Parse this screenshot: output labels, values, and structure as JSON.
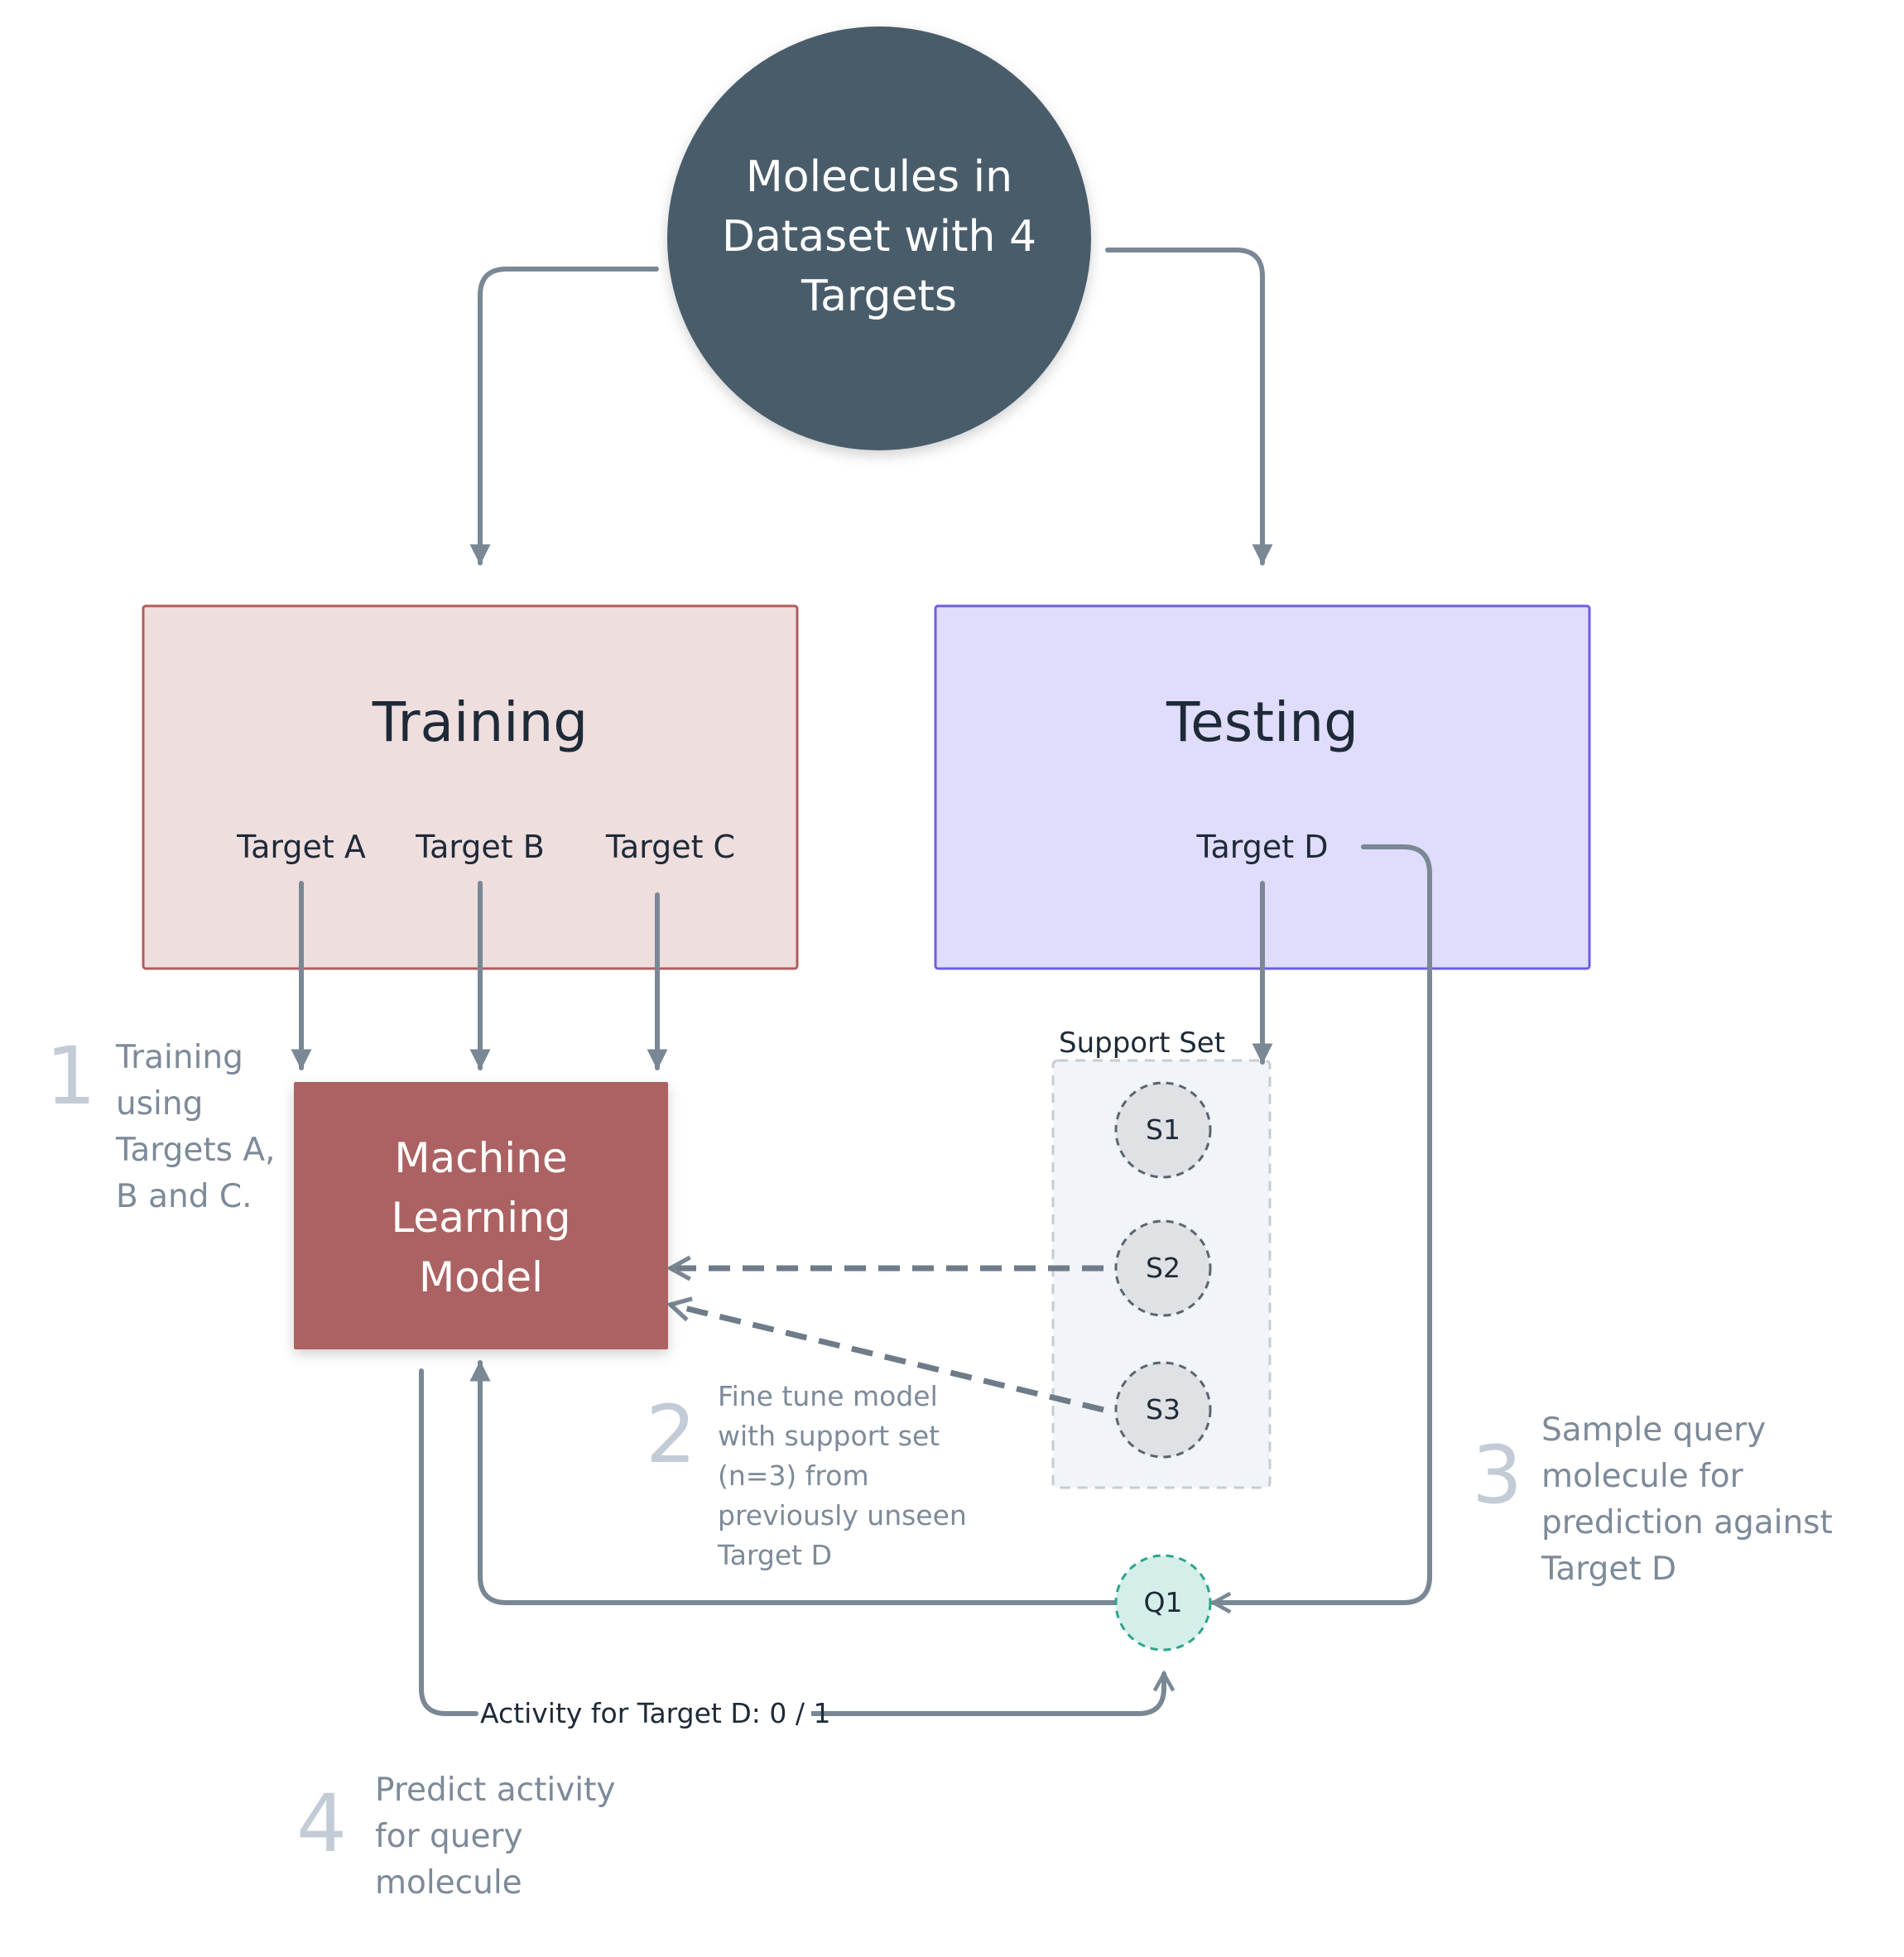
{
  "source_node": {
    "label_lines": [
      "Molecules in",
      "Dataset with 4",
      "Targets"
    ]
  },
  "training": {
    "title": "Training",
    "targets": [
      "Target A",
      "Target B",
      "Target C"
    ]
  },
  "testing": {
    "title": "Testing",
    "target": "Target D"
  },
  "model": {
    "label_lines": [
      "Machine",
      "Learning",
      "Model"
    ]
  },
  "support_set": {
    "title": "Support Set",
    "items": [
      "S1",
      "S2",
      "S3"
    ]
  },
  "query": {
    "label": "Q1"
  },
  "output_edge": {
    "label": "Activity for Target D: 0 / 1"
  },
  "steps": [
    {
      "number": "1",
      "lines": [
        "Training",
        "using",
        "Targets A,",
        "B and C."
      ]
    },
    {
      "number": "2",
      "lines": [
        "Fine tune model",
        "with support set",
        "(n=3) from",
        "previously unseen",
        "Target D"
      ]
    },
    {
      "number": "3",
      "lines": [
        "Sample query",
        "molecule for",
        "prediction against",
        "Target D"
      ]
    },
    {
      "number": "4",
      "lines": [
        "Predict activity",
        "for query",
        "molecule"
      ]
    }
  ],
  "colors": {
    "source_fill": "#4a5b6b",
    "training_fill": "#efdede",
    "training_border": "#b25c5c",
    "testing_fill": "#e0dcfb",
    "testing_border": "#6a5fe0",
    "model_fill": "#ac6262",
    "support_fill": "#f1f4f8",
    "support_node_fill": "#dfe1e4",
    "query_fill": "#d4efe9",
    "query_border": "#2ca58d",
    "edge": "#7a8794"
  }
}
